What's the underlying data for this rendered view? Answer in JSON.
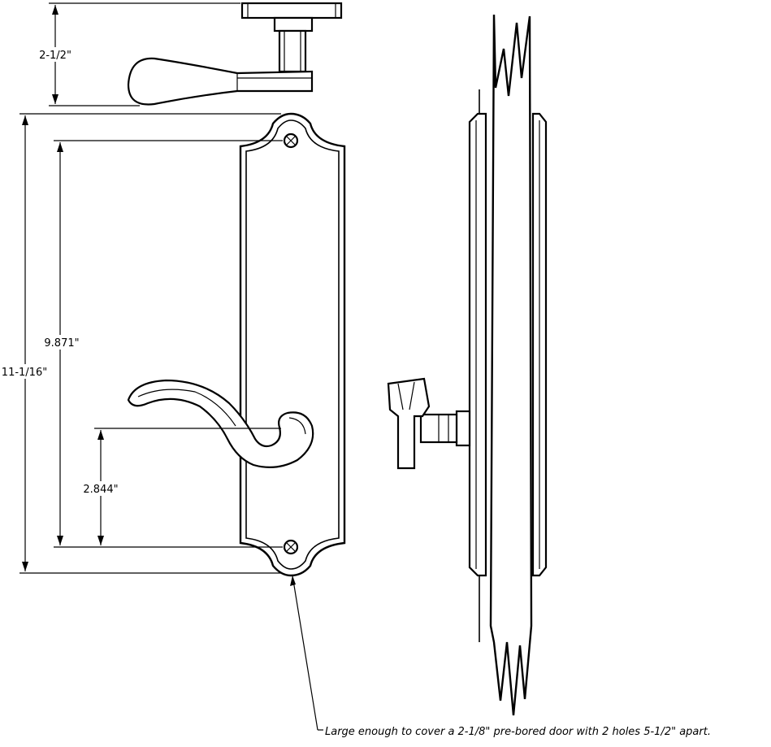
{
  "dimensions": {
    "lever_projection": "2-1/2\"",
    "plate_height": "11-1/16\"",
    "screw_spacing": "9.871\"",
    "lever_height": "2.844\""
  },
  "note": "Large enough to cover a 2-1/8\" pre-bored door with 2 holes 5-1/2\" apart."
}
